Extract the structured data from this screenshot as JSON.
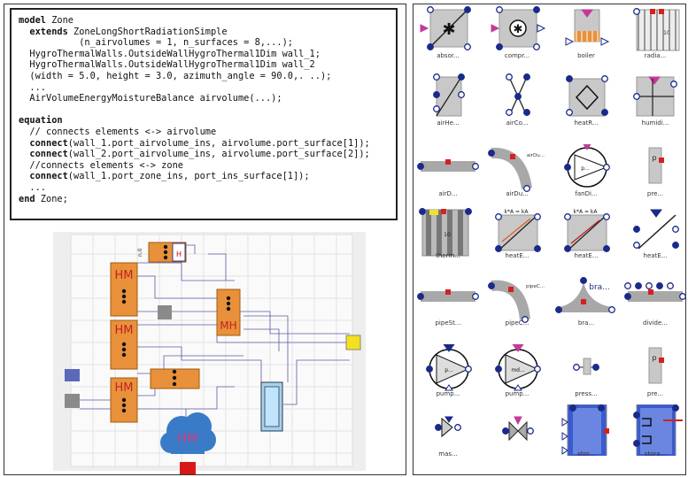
{
  "code": {
    "lines": [
      {
        "kw": "model",
        "rest": " Zone"
      },
      {
        "kw": "  extends",
        "rest": " ZoneLongShortRadiationSimple"
      },
      {
        "kw": "",
        "rest": "           (n_airvolumes = 1, n_surfaces = 8,...);"
      },
      {
        "kw": "",
        "rest": "  HygroThermalWalls.OutsideWallHygroThermal1Dim wall_1;"
      },
      {
        "kw": "",
        "rest": "  HygroThermalWalls.OutsideWallHygroThermal1Dim wall_2"
      },
      {
        "kw": "",
        "rest": "  (width = 5.0, height = 3.0, azimuth_angle = 90.0,. ..);"
      },
      {
        "kw": "",
        "rest": "  ..."
      },
      {
        "kw": "",
        "rest": "  AirVolumeEnergyMoistureBalance airvolume(...);"
      },
      {
        "kw": "",
        "rest": ""
      },
      {
        "kw": "equation",
        "rest": ""
      },
      {
        "kw": "",
        "rest": "  // connects elements <-> airvolume"
      },
      {
        "kw": "  connect",
        "rest": "(wall_1.port_airvolume_ins, airvolume.port_surface[1]);"
      },
      {
        "kw": "  connect",
        "rest": "(wall_2.port_airvolume_ins, airvolume.port_surface[2]);"
      },
      {
        "kw": "",
        "rest": "  //connects elements <-> zone"
      },
      {
        "kw": "  connect",
        "rest": "(wall_1.port_zone_ins, port_ins_surface[1]);"
      },
      {
        "kw": "",
        "rest": "  ..."
      },
      {
        "kw": "end",
        "rest": " Zone;"
      }
    ]
  },
  "diagram": {
    "hm_label": "HM",
    "mh_label": "MH",
    "airvolume_label": "HM",
    "top_block_text": "n.0"
  },
  "library": {
    "items": [
      {
        "name": "absorber-component",
        "label": "absor..."
      },
      {
        "name": "compressor-component",
        "label": "compr..."
      },
      {
        "name": "boiler-component",
        "label": "boiler"
      },
      {
        "name": "radiator-component",
        "label": "radia..."
      },
      {
        "name": "air-heater-component",
        "label": "airHe..."
      },
      {
        "name": "air-cooler-component",
        "label": "airCo..."
      },
      {
        "name": "heat-recovery-component",
        "label": "heatR..."
      },
      {
        "name": "humidifier-component",
        "label": "humidi..."
      },
      {
        "name": "air-duct-component",
        "label": "airD..."
      },
      {
        "name": "air-duct-bend-component",
        "label": "airDu..."
      },
      {
        "name": "fan-component",
        "label": "fanDi..."
      },
      {
        "name": "pressure-component",
        "label": "pre..."
      },
      {
        "name": "thermal-component",
        "label": "therm..."
      },
      {
        "name": "heat-exchanger-1-component",
        "label": "heatE..."
      },
      {
        "name": "heat-exchanger-2-component",
        "label": "heatE..."
      },
      {
        "name": "heat-exchanger-3-component",
        "label": "heatE..."
      },
      {
        "name": "pipe-straight-component",
        "label": "pipeSt..."
      },
      {
        "name": "pipe-curve-component",
        "label": "pipeC..."
      },
      {
        "name": "branch-component",
        "label": "bra..."
      },
      {
        "name": "divider-component",
        "label": "divide..."
      },
      {
        "name": "pump-1-component",
        "label": "pump..."
      },
      {
        "name": "pump-2-component",
        "label": "pump..."
      },
      {
        "name": "pressure-sensor-component",
        "label": "press..."
      },
      {
        "name": "pressure-2-component",
        "label": "pre..."
      },
      {
        "name": "mass-flow-component",
        "label": "mas..."
      },
      {
        "name": "valve-component",
        "label": ""
      },
      {
        "name": "storage-1-component",
        "label": "stor..."
      },
      {
        "name": "storage-2-component",
        "label": "stora..."
      }
    ],
    "extra_labels": {
      "airdu_side": "airDu...",
      "pipec_side": "pipeC...",
      "bra_text": "bra...",
      "ka_left": "k*A = kA",
      "ka_right": "k*A = kA",
      "p_label": "p",
      "p_label2": "p",
      "pump1_text": "p...",
      "pump2_text": "md...",
      "fan_text": "p...",
      "num10_a": "10",
      "num10_b": "10"
    }
  }
}
